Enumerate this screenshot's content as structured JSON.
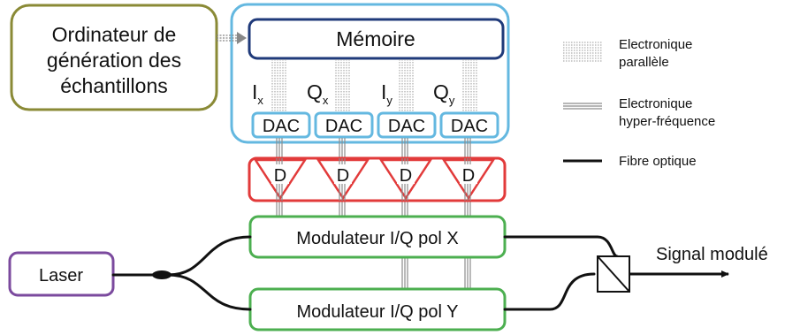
{
  "diagram": {
    "computer_box": {
      "line1": "Ordinateur de",
      "line2": "génération des",
      "line3": "échantillons"
    },
    "memory_label": "Mémoire",
    "channels": [
      {
        "letter": "I",
        "sub": "x"
      },
      {
        "letter": "Q",
        "sub": "x"
      },
      {
        "letter": "I",
        "sub": "y"
      },
      {
        "letter": "Q",
        "sub": "y"
      }
    ],
    "dac_label": "DAC",
    "driver_label": "D",
    "modulator_x": "Modulateur I/Q pol X",
    "modulator_y": "Modulateur I/Q pol Y",
    "laser": "Laser",
    "output_label": "Signal modulé",
    "legend": {
      "parallel_line1": "Electronique",
      "parallel_line2": "parallèle",
      "hf_line1": "Electronique",
      "hf_line2": "hyper-fréquence",
      "fiber": "Fibre optique"
    },
    "colors": {
      "computer": "#8a8a36",
      "controller": "#64b8e0",
      "memory": "#1f3a7a",
      "driver": "#e23a3a",
      "modulator": "#4caf50",
      "laser": "#7b4a9e"
    }
  }
}
